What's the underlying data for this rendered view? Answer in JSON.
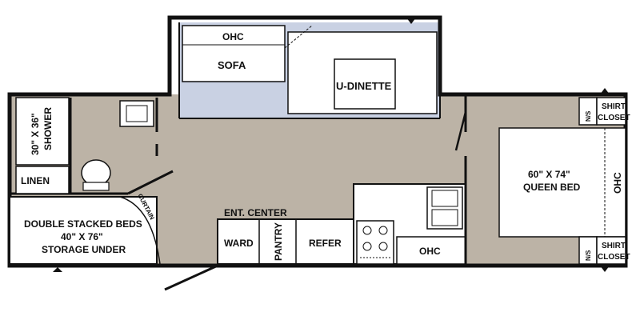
{
  "floorplan": {
    "colors": {
      "floor": "#bcb3a6",
      "slide_floor": "#c9d1e3",
      "wall": "#111111",
      "room": "#ffffff"
    },
    "labels": {
      "ohc_top": "OHC",
      "sofa": "SOFA",
      "u_dinette": "U-DINETTE",
      "shower_line1": "30\" X 36\"",
      "shower_line2": "SHOWER",
      "linen": "LINEN",
      "curtain": "CURTAIN",
      "beds_line1": "DOUBLE STACKED BEDS",
      "beds_line2": "40\" X 76\"",
      "beds_line3": "STORAGE UNDER",
      "ent_center": "ENT. CENTER",
      "ward": "WARD",
      "pantry": "PANTRY",
      "refer": "REFER",
      "ohc_kitchen": "OHC",
      "queen_line1": "60\" X 74\"",
      "queen_line2": "QUEEN BED",
      "ohc_bed": "OHC",
      "ns_top": "N/S",
      "shirt_closet_top_line1": "SHIRT",
      "shirt_closet_top_line2": "CLOSET",
      "ns_bottom": "N/S",
      "shirt_closet_bottom_line1": "SHIRT",
      "shirt_closet_bottom_line2": "CLOSET"
    }
  }
}
